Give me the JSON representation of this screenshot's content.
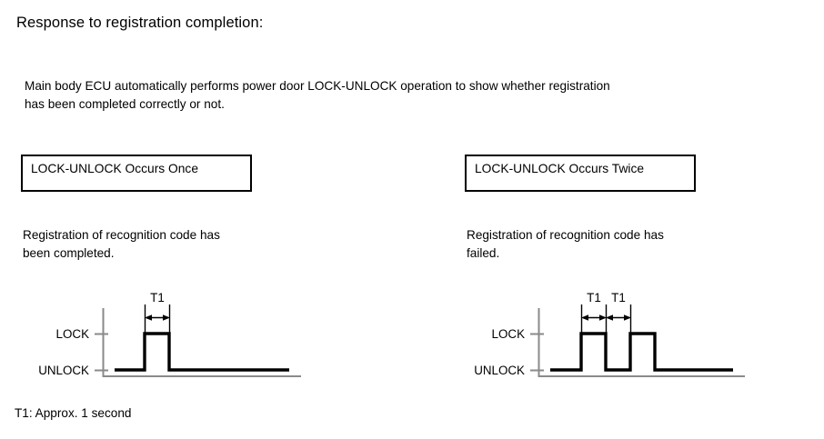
{
  "document": {
    "title": "Response to registration completion:",
    "intro": {
      "line1": "Main body ECU automatically performs power door LOCK-UNLOCK operation to show whether registration",
      "line2": "has been completed correctly or not."
    },
    "footnote": "T1: Approx. 1 second"
  },
  "cases": [
    {
      "box_label": "LOCK-UNLOCK Occurs Once",
      "desc_line1": "Registration of recognition code has",
      "desc_line2": "been completed.",
      "diagram": {
        "lock_label": "LOCK",
        "unlock_label": "UNLOCK",
        "dimension_labels": [
          "T1"
        ],
        "pulse_count": 1
      }
    },
    {
      "box_label": "LOCK-UNLOCK Occurs Twice",
      "desc_line1": "Registration of recognition code has",
      "desc_line2": "failed.",
      "diagram": {
        "lock_label": "LOCK",
        "unlock_label": "UNLOCK",
        "dimension_labels": [
          "T1",
          "T1"
        ],
        "pulse_count": 2
      }
    }
  ],
  "chart_data": {
    "type": "line",
    "title": "Power door LOCK-UNLOCK timing waveforms",
    "xlabel": "",
    "ylabel": "",
    "states": [
      "UNLOCK",
      "LOCK"
    ],
    "annotations": [
      "T1: Approx. 1 second"
    ],
    "series": [
      {
        "name": "LOCK-UNLOCK Occurs Once",
        "x": [
          0,
          1,
          1,
          2,
          2,
          7
        ],
        "y": [
          "UNLOCK",
          "UNLOCK",
          "LOCK",
          "LOCK",
          "UNLOCK",
          "UNLOCK"
        ],
        "pulse_widths_T1": [
          1
        ]
      },
      {
        "name": "LOCK-UNLOCK Occurs Twice",
        "x": [
          0,
          1,
          1,
          2,
          2,
          3,
          3,
          4,
          4,
          7
        ],
        "y": [
          "UNLOCK",
          "UNLOCK",
          "LOCK",
          "LOCK",
          "UNLOCK",
          "UNLOCK",
          "LOCK",
          "LOCK",
          "UNLOCK",
          "UNLOCK"
        ],
        "pulse_widths_T1": [
          1,
          1
        ]
      }
    ],
    "grid": false,
    "legend": "none"
  },
  "colors": {
    "ink": "#000000",
    "axis": "#8a8a8a",
    "background": "#ffffff"
  }
}
